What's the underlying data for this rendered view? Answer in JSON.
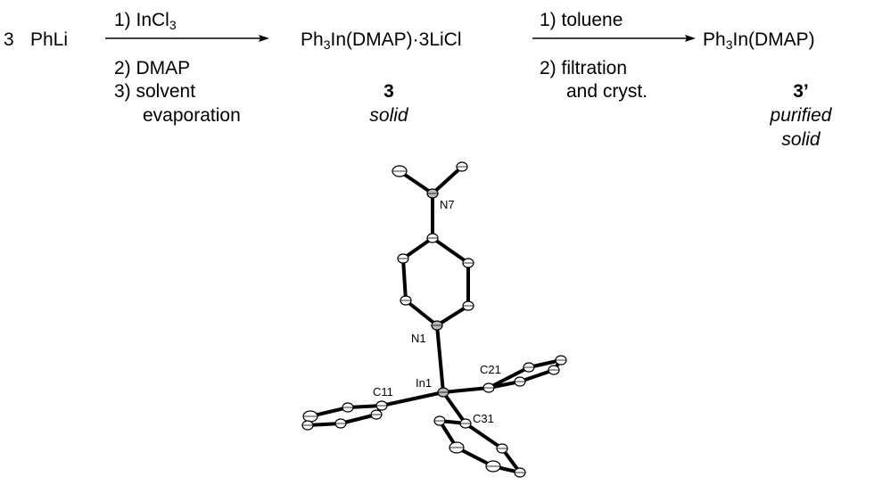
{
  "reagent": {
    "coef": "3",
    "name": "PhLi"
  },
  "step1": {
    "conditions": [
      "1) InCl",
      "2) DMAP",
      "3) solvent",
      "evaporation"
    ],
    "cond1_sub": "3"
  },
  "intermediate": {
    "formula_a": "Ph",
    "sub": "3",
    "formula_b": "In(DMAP)·3LiCl",
    "label": "3",
    "state": "solid"
  },
  "step2": {
    "conditions": [
      "1) toluene",
      "2) filtration",
      "and cryst."
    ]
  },
  "product": {
    "formula_a": "Ph",
    "sub": "3",
    "formula_b": "In(DMAP)",
    "label": "3’",
    "state1": "purified",
    "state2": "solid"
  },
  "structure": {
    "atom_labels": {
      "n7": "N7",
      "n1": "N1",
      "in1": "In1",
      "c11": "C11",
      "c21": "C21",
      "c31": "C31"
    }
  }
}
